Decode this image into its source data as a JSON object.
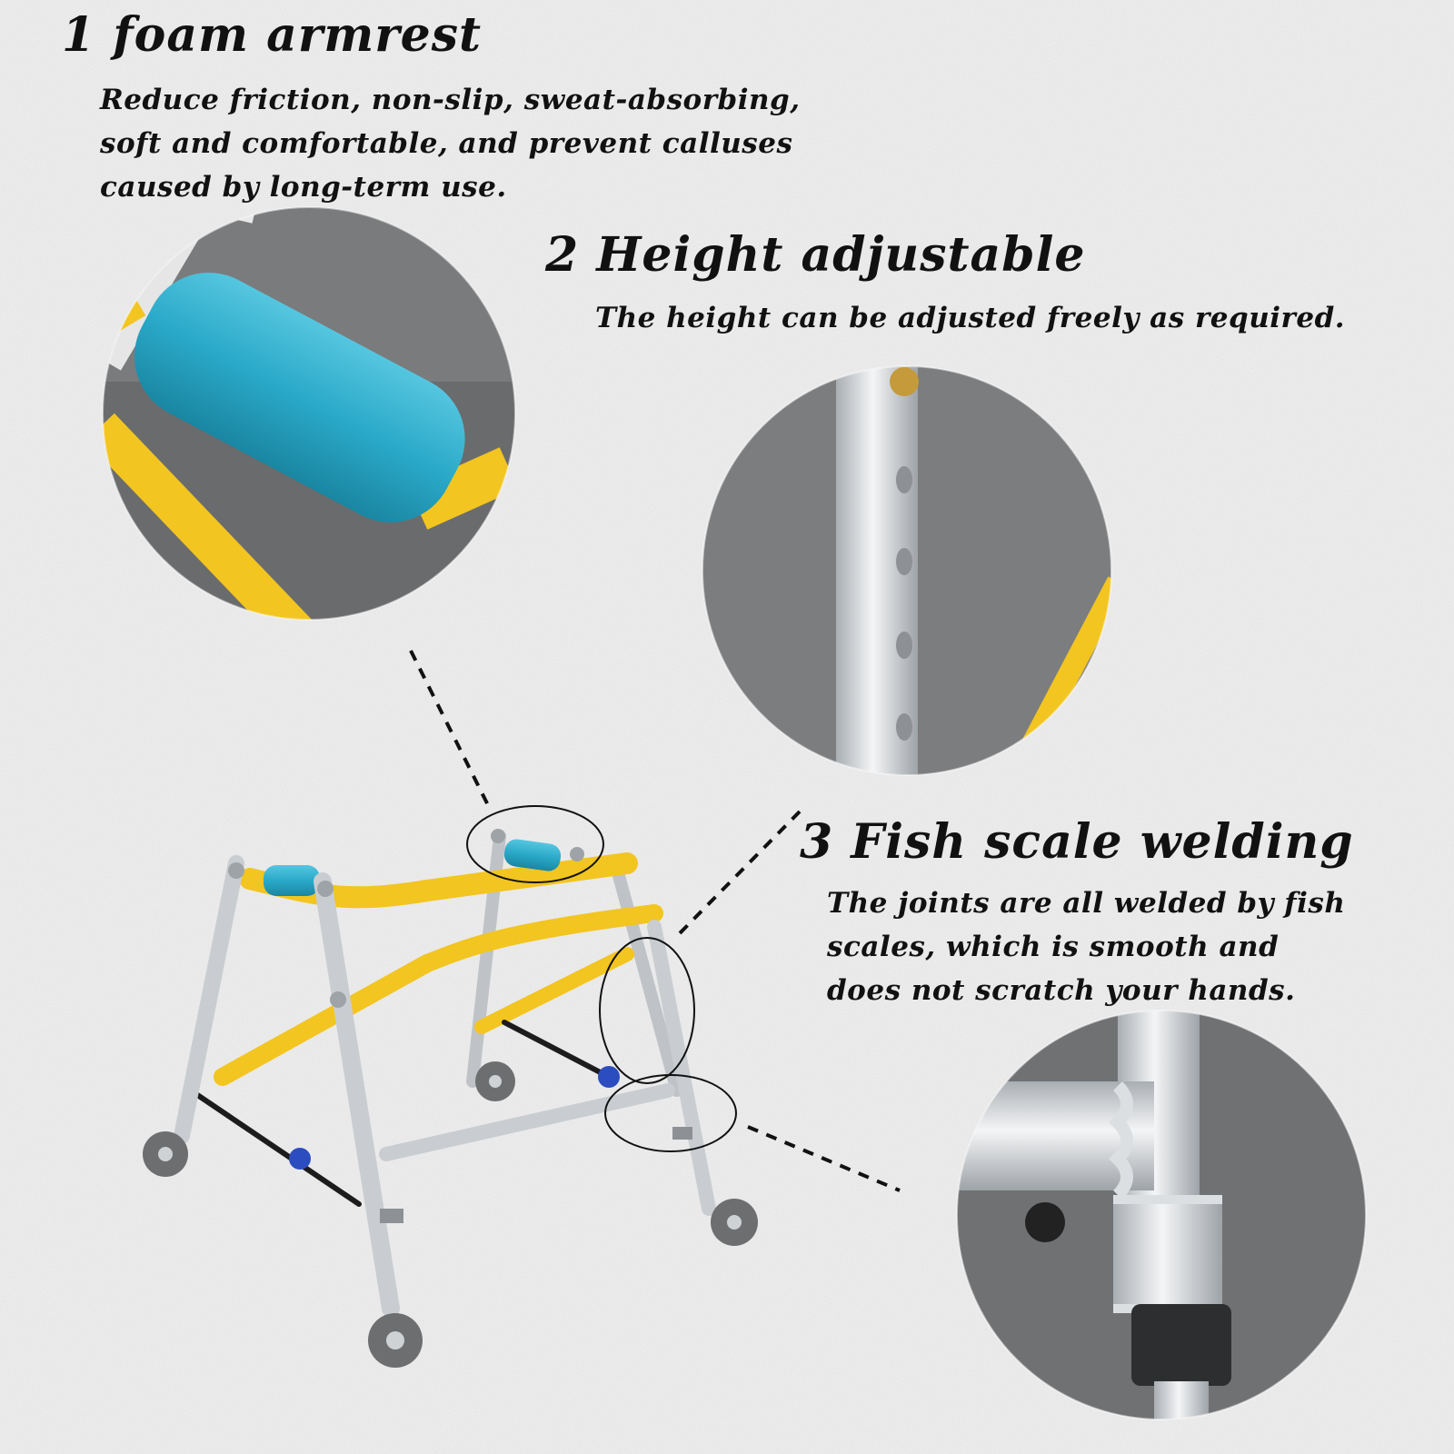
{
  "features": [
    {
      "number": "1",
      "title": "foam armrest",
      "lines": [
        "Reduce friction, non-slip, sweat-absorbing,",
        "soft and comfortable, and prevent calluses",
        "caused by long-term use."
      ]
    },
    {
      "number": "2",
      "title": "Height adjustable",
      "lines": [
        "The height can be adjusted freely as required."
      ]
    },
    {
      "number": "3",
      "title": "Fish scale welding",
      "lines": [
        "The joints are all welded by fish",
        "scales, which is smooth and",
        "does not scratch your hands."
      ]
    }
  ],
  "colors": {
    "frame_yellow": "#f2c520",
    "foam_blue": "#2ab0cf",
    "aluminum": "#c9cdd1",
    "background": "#eeeeee",
    "text": "#111111"
  },
  "icons": {
    "product": "child-walker-illustration",
    "zoom1": "foam-grip-detail-photo",
    "zoom2": "adjustment-holes-detail-photo",
    "zoom3": "welded-joint-detail-photo"
  }
}
